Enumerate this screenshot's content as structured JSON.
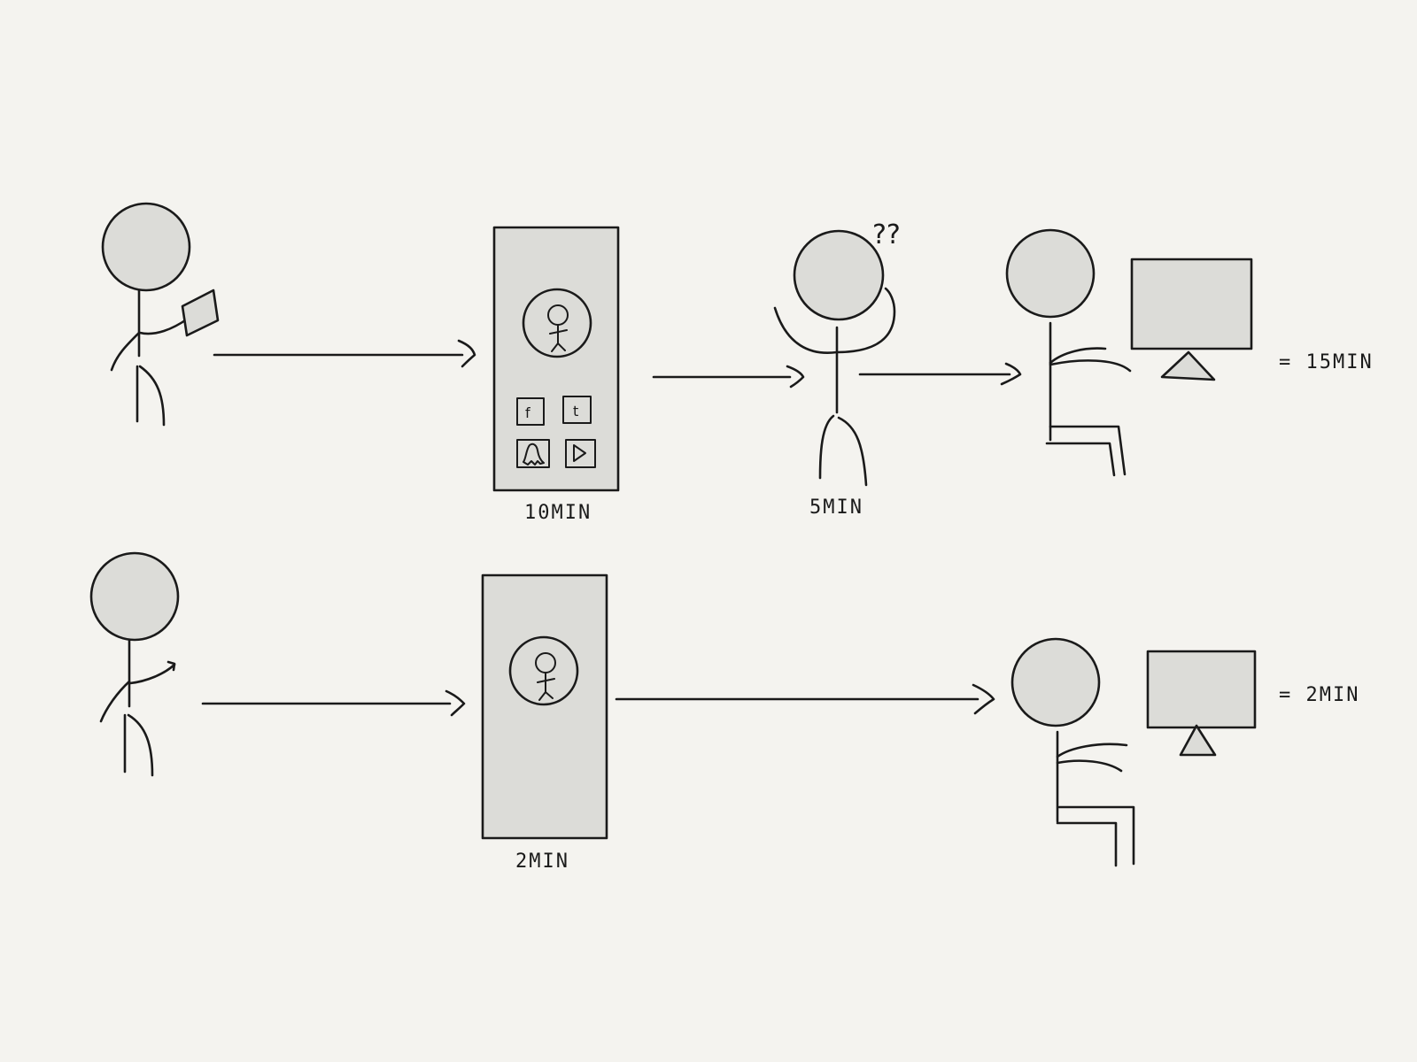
{
  "labels": {
    "row1_phone_time": "10MIN",
    "row1_confused_time": "5MIN",
    "row1_total": "= 15MIN",
    "row1_question_marks": "??",
    "row2_phone_time": "2MIN",
    "row2_total": "= 2MIN"
  },
  "icons": {
    "app_tiles": [
      "facebook-icon",
      "tumblr-icon",
      "snapchat-ghost-icon",
      "play-icon"
    ],
    "app_tile_glyphs": [
      "f",
      "t",
      "",
      ""
    ]
  },
  "colors": {
    "background": "#f4f3ef",
    "ink": "#1a1a1a",
    "fill": "#dcdcd8"
  }
}
